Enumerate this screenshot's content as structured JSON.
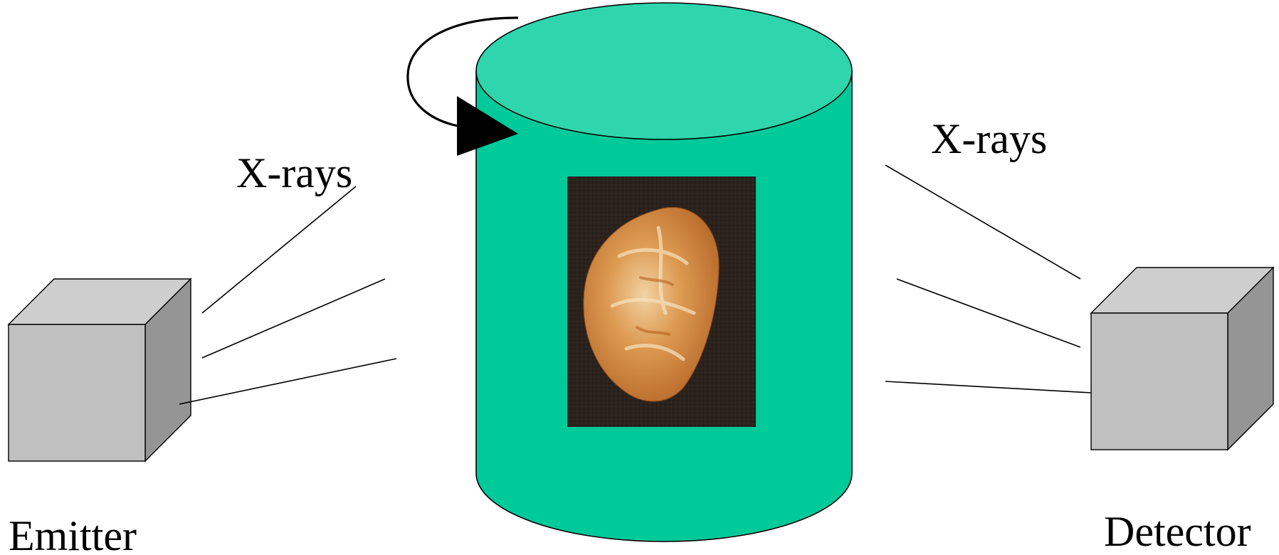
{
  "labels": {
    "xrays_left": "X-rays",
    "xrays_right": "X-rays",
    "emitter": "Emitter",
    "detector": "Detector"
  },
  "colors": {
    "cylinder_side": "#00c99a",
    "cylinder_top": "#2fd6ad",
    "cube_front": "#c0c0c0",
    "cube_top": "#cecece",
    "cube_side": "#959595",
    "sample_background": "#2b221d",
    "sample_rock": "#d88a3e"
  },
  "icons": {
    "rotation": "rotation-arrow-icon",
    "sample": "rock-sample-photo"
  }
}
